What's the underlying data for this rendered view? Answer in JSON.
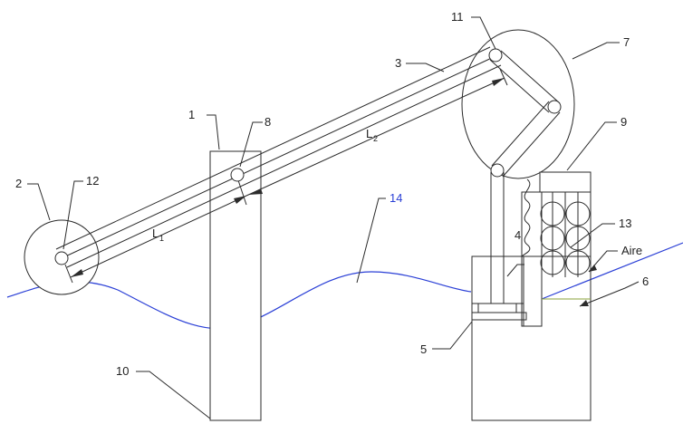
{
  "labels": {
    "l1": "1",
    "l2": "2",
    "l3": "3",
    "l4": "4",
    "l5": "5",
    "l6": "6",
    "l7": "7",
    "l8": "8",
    "l9": "9",
    "l10": "10",
    "l11": "11",
    "l12": "12",
    "l13": "13",
    "l14": "14",
    "aire": "Aire",
    "dim_L1": "L",
    "dim_L1_sub": "1",
    "dim_L2": "L",
    "dim_L2_sub": "2"
  },
  "colors": {
    "line": "#2b2b2b",
    "wave": "#2a3fd6",
    "water_level": "#8aa23a"
  }
}
